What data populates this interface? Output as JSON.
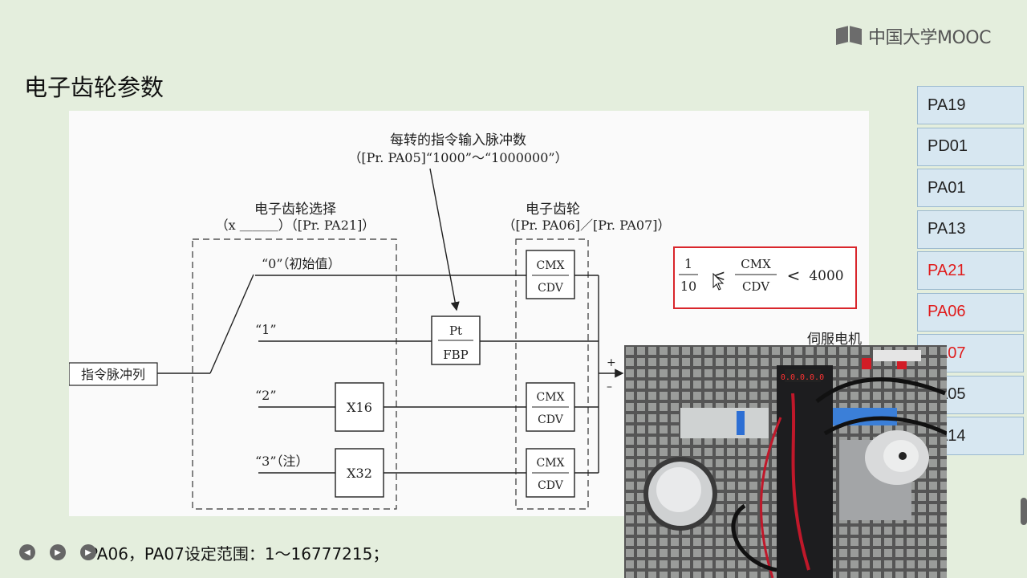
{
  "logo": {
    "text": "中国大学MOOC"
  },
  "slide": {
    "title": "电子齿轮参数"
  },
  "diagram": {
    "top_label": "每转的指令输入脉冲数",
    "top_sub": "（[Pr. PA05]“1000”～“1000000”）",
    "select_label": "电子齿轮选择",
    "select_sub": "（x ＿＿＿）（[Pr. PA21]）",
    "gear_label": "电子齿轮",
    "gear_sub": "（[Pr. PA06]／[Pr. PA07]）",
    "input_label": "指令脉冲列",
    "options": [
      "“0”（初始值）",
      "“1”",
      "“2”",
      "“3”（注）"
    ],
    "pt": "Pt",
    "fbp": "FBP",
    "x16": "X16",
    "x32": "X32",
    "cmx": "CMX",
    "cdv": "CDV",
    "plus": "+",
    "minus": "–",
    "motor_label": "伺服电机",
    "formula": {
      "num": "1",
      "den": "10",
      "lt1": "<",
      "lt2": "<",
      "max": "4000"
    }
  },
  "params": [
    {
      "label": "PA19",
      "highlight": false
    },
    {
      "label": "PD01",
      "highlight": false
    },
    {
      "label": "PA01",
      "highlight": false
    },
    {
      "label": "PA13",
      "highlight": false
    },
    {
      "label": "PA21",
      "highlight": true
    },
    {
      "label": "PA06",
      "highlight": true
    },
    {
      "label": "PA07",
      "highlight": true
    },
    {
      "label": "PA05",
      "highlight": false
    },
    {
      "label": "PA14",
      "highlight": false
    }
  ],
  "photo": {
    "display_value": "0.0.0.0.0"
  },
  "note": "PA06，PA07设定范围：1～16777215；",
  "colors": {
    "background": "#e4eedd",
    "param_bg": "#d7e7f1",
    "highlight": "#e01c1c",
    "frame_red": "#d9262c"
  }
}
